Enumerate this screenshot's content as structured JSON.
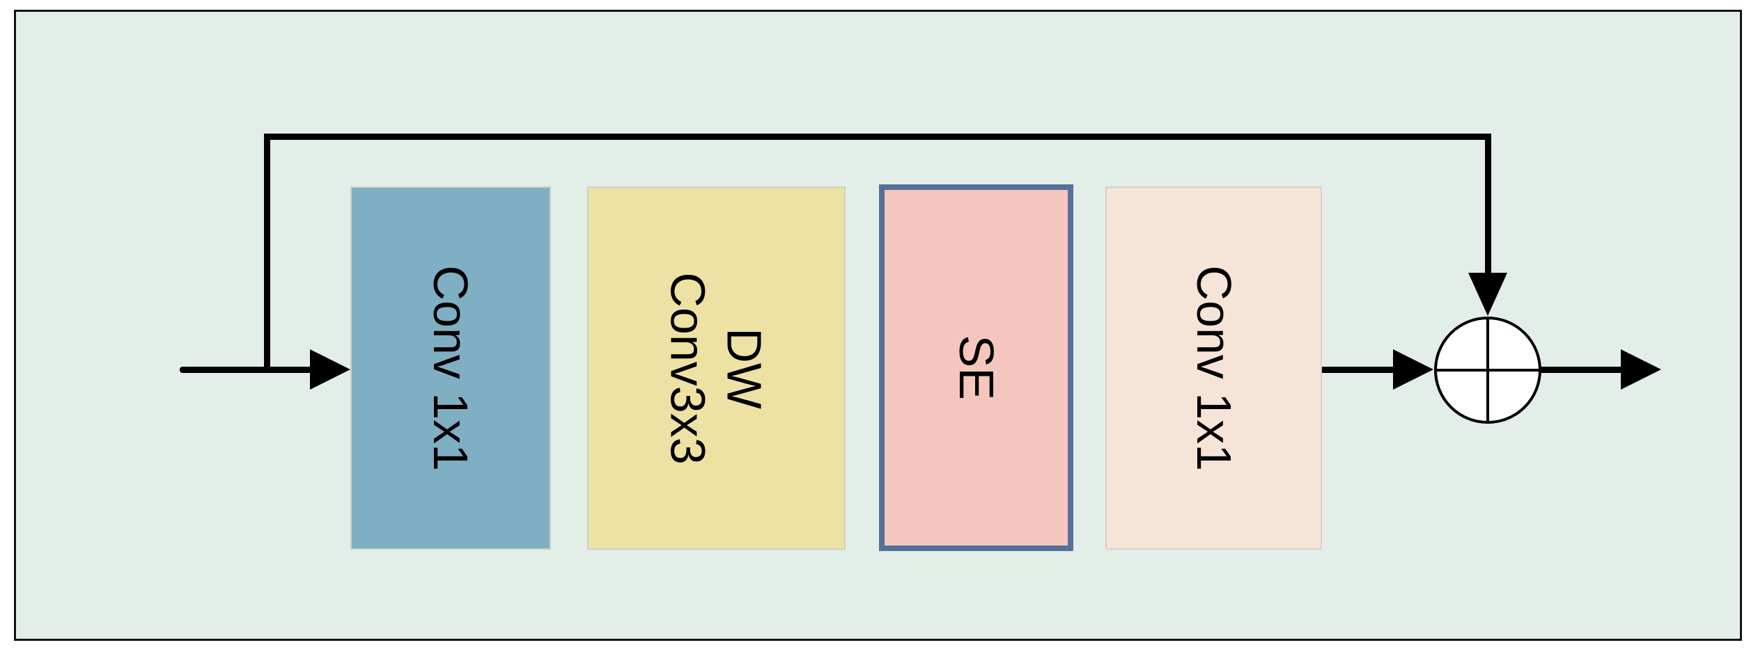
{
  "diagram": {
    "type": "block-diagram",
    "blocks": [
      {
        "id": "conv1x1_first",
        "label": "Conv 1x1",
        "fill": "#7FAFC3",
        "border": "#CBCFCE",
        "text_rotation_deg": 90
      },
      {
        "id": "dw_conv3x3",
        "label": "DW Conv3x3",
        "label_lines": [
          "DW",
          "Conv3x3"
        ],
        "fill": "#EDE2A3",
        "border": "#D2CFC2",
        "text_rotation_deg": 90
      },
      {
        "id": "se",
        "label": "SE",
        "fill": "#F4C6BD",
        "border": "#54719B",
        "text_rotation_deg": 90
      },
      {
        "id": "conv1x1_second",
        "label": "Conv 1x1",
        "fill": "#F7E4D9",
        "border": "#D6D1CB",
        "text_rotation_deg": 90
      }
    ],
    "operator": {
      "id": "add",
      "type": "element-wise-add",
      "glyph": "circle-plus"
    },
    "connections": [
      {
        "from": "input",
        "to": "conv1x1_first",
        "style": "arrow"
      },
      {
        "from": "input",
        "to": "add",
        "style": "skip-connection-arrow-over-top"
      },
      {
        "from": "conv1x1_first",
        "to": "dw_conv3x3",
        "style": "adjacent"
      },
      {
        "from": "dw_conv3x3",
        "to": "se",
        "style": "adjacent"
      },
      {
        "from": "se",
        "to": "conv1x1_second",
        "style": "adjacent"
      },
      {
        "from": "conv1x1_second",
        "to": "add",
        "style": "arrow"
      },
      {
        "from": "add",
        "to": "output",
        "style": "arrow"
      }
    ],
    "colors": {
      "page_background": "#FFFFFF",
      "frame_background": "#E4EEE8",
      "frame_border": "#141414",
      "line": "#000000",
      "operator_fill": "#FFFFFF",
      "operator_stroke": "#000000",
      "text": "#000000"
    }
  }
}
